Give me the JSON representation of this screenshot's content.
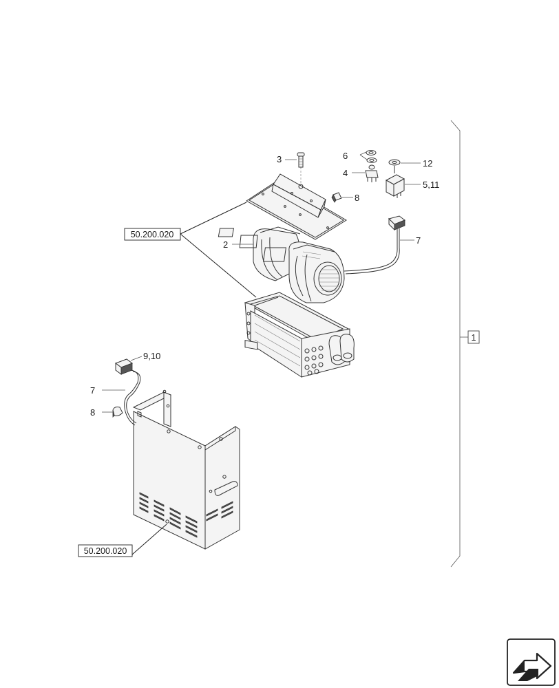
{
  "callouts": {
    "c3": "3",
    "c6": "6",
    "c4": "4",
    "c12": "12",
    "c5_11": "5,11",
    "c8_top": "8",
    "c2": "2",
    "c7_top": "7",
    "c9_10": "9,10",
    "c7_bottom": "7",
    "c8_bottom": "8"
  },
  "references": {
    "ref_top": "50.200.020",
    "ref_bottom": "50.200.020",
    "assembly": "1"
  },
  "icons": {
    "navigation": "next-page-arrow-icon"
  }
}
